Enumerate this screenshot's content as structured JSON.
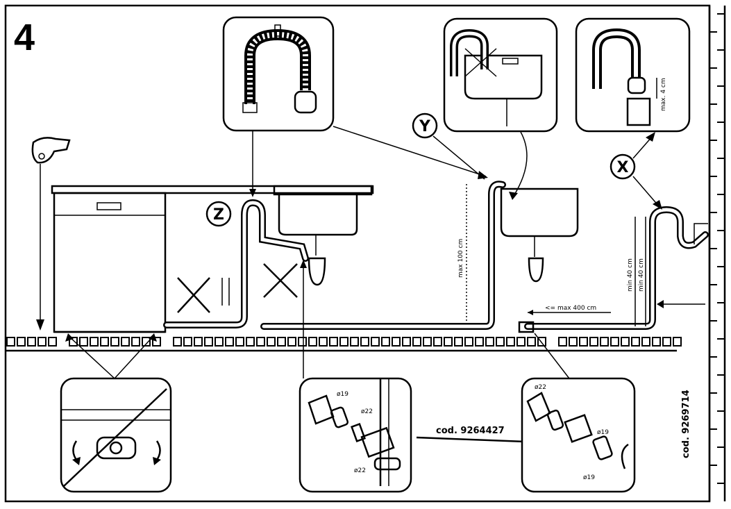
{
  "step_number": "4",
  "markers": {
    "x": "X",
    "y": "Y",
    "z": "Z"
  },
  "measurements": {
    "max_height": "max 100 cm",
    "min_height_a": "min 40 cm",
    "min_height_b": "min 40 cm",
    "max_length": "<= max 400 cm",
    "max_depth": "max. 4 cm"
  },
  "part_codes": {
    "middle": "cod. 9264427",
    "right": "cod. 9269714"
  },
  "detail_labels": {
    "d1": "ø19",
    "d2": "ø22",
    "d3": "ø22",
    "d4": "ø19",
    "d5": "ø22",
    "d6": "ø19"
  }
}
